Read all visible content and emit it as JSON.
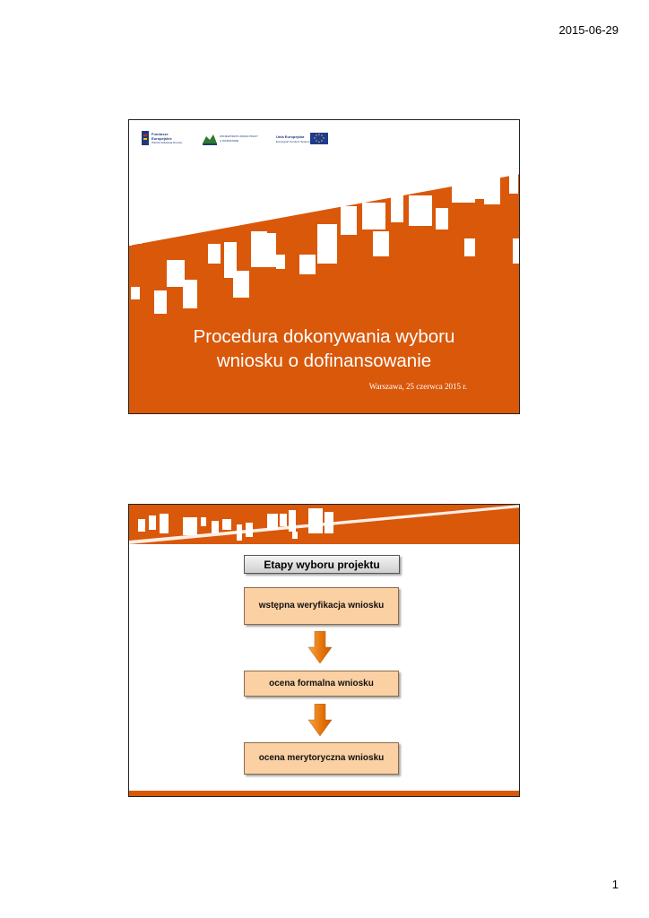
{
  "page": {
    "date": "2015-06-29",
    "number": "1"
  },
  "slide1": {
    "title_line1": "Procedura dokonywania wyboru",
    "title_line2": "wniosku o dofinansowanie",
    "subtitle": "Warszawa, 25 czerwca 2015 r.",
    "logos": {
      "fe_line1": "Fundusze",
      "fe_line2": "Europejskie",
      "fe_line3": "Wiedza Edukacja Rozwój",
      "wup_line1": "WOJEWÓDZKI URZĄD PRACY",
      "wup_line2": "w WARSZAWIE",
      "ue_line1": "Unia Europejska",
      "ue_line2": "Europejski Fundusz Społeczny"
    },
    "colors": {
      "accent": "#d9580a",
      "text": "#ffffff"
    }
  },
  "slide2": {
    "heading": "Etapy wyboru projektu",
    "steps": [
      {
        "label": "wstępna weryfikacja wniosku"
      },
      {
        "label": "ocena formalna wniosku"
      },
      {
        "label": "ocena merytoryczna wniosku"
      }
    ],
    "colors": {
      "accent": "#d9580a",
      "step_fill": "#fbd0a3",
      "arrow": "#f08a1c"
    }
  }
}
